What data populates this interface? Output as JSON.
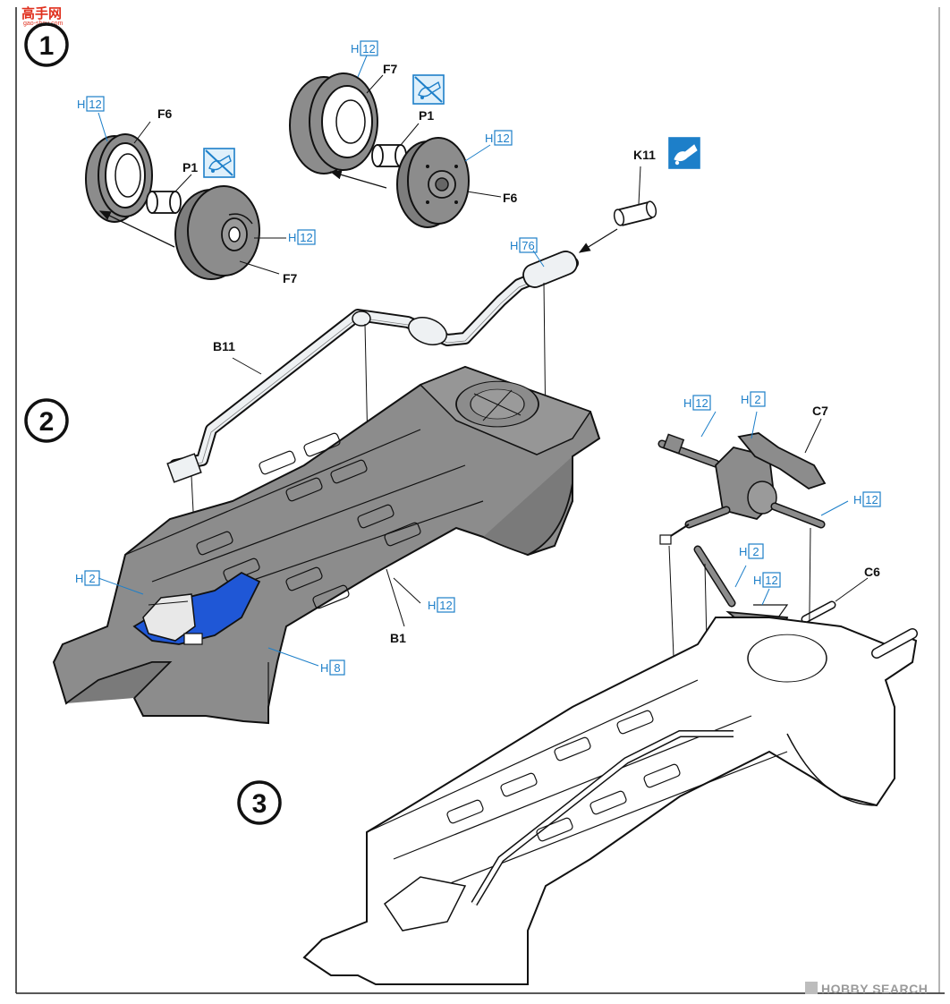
{
  "watermark": {
    "logo": "高手网",
    "url": "gao-shou.com"
  },
  "credit": "HOBBY SEARCH",
  "steps": [
    "1",
    "2",
    "3"
  ],
  "colors": {
    "paint_callout": "#1d7fc9",
    "gray_part": "#8a8a8a",
    "blue_part": "#1f57d6"
  },
  "part_labels": {
    "f6_a": "F6",
    "p1_a": "P1",
    "f7_a": "F7",
    "f7_b": "F7",
    "p1_b": "P1",
    "f6_b": "F6",
    "k11": "K11",
    "b11": "B11",
    "b1": "B1",
    "c7": "C7",
    "c6": "C6"
  },
  "color_callouts": [
    {
      "letter": "H",
      "code": "12"
    },
    {
      "letter": "H",
      "code": "12"
    },
    {
      "letter": "H",
      "code": "12"
    },
    {
      "letter": "H",
      "code": "12"
    },
    {
      "letter": "H",
      "code": "76"
    },
    {
      "letter": "H",
      "code": "2"
    },
    {
      "letter": "H",
      "code": "12"
    },
    {
      "letter": "H",
      "code": "8"
    },
    {
      "letter": "H",
      "code": "12"
    },
    {
      "letter": "H",
      "code": "2"
    },
    {
      "letter": "H",
      "code": "12"
    },
    {
      "letter": "H",
      "code": "2"
    },
    {
      "letter": "H",
      "code": "12"
    }
  ],
  "icons": [
    "no-glue-icon",
    "no-glue-icon",
    "glue-icon"
  ]
}
